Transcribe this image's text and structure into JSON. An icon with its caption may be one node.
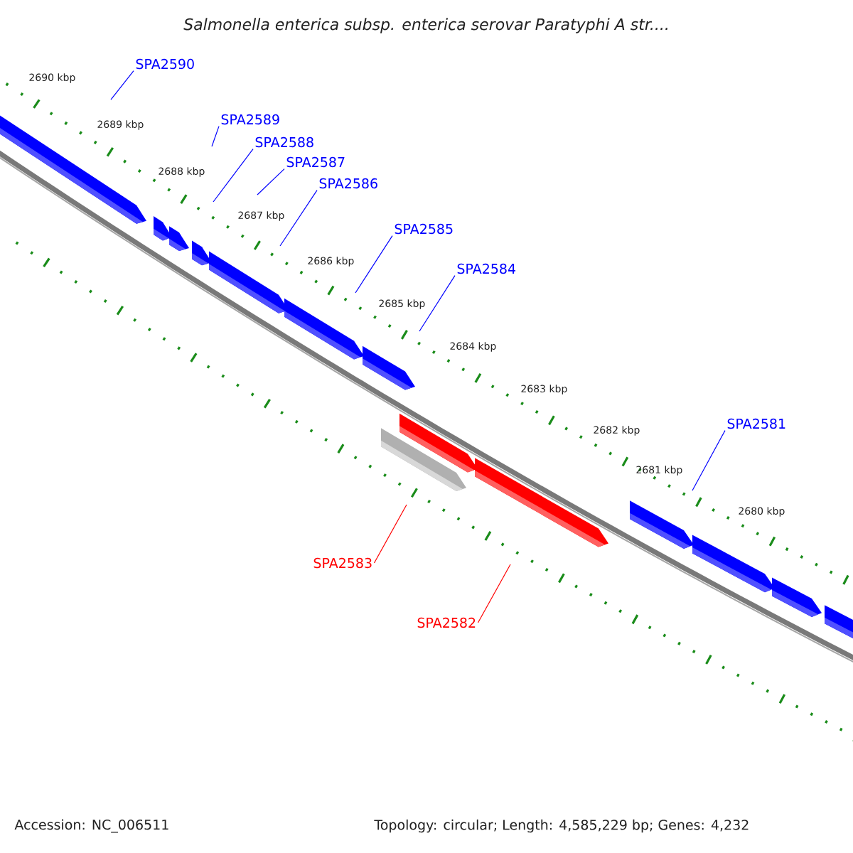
{
  "diagram": {
    "title": "Salmonella enterica subsp. enterica serovar Paratyphi A str....",
    "nodes": [
      {
        "text": [
          "SPA2590"
        ]
      },
      {
        "text": [
          "SPA2589"
        ]
      },
      {
        "text": [
          "SPA2588"
        ]
      },
      {
        "text": [
          "SPA2587"
        ]
      },
      {
        "text": [
          "SPA2586"
        ]
      },
      {
        "text": [
          "SPA2585"
        ]
      },
      {
        "text": [
          "SPA2584"
        ]
      },
      {
        "text": [
          "SPA2581"
        ]
      },
      {
        "text": [
          "SPA2583"
        ]
      },
      {
        "text": [
          "SPA2582"
        ]
      }
    ],
    "edges": [
      {
        "from": 0,
        "to": null,
        "arrow": "none"
      },
      {
        "from": 1,
        "to": null,
        "arrow": "none"
      },
      {
        "from": 2,
        "to": null,
        "arrow": "none"
      },
      {
        "from": 3,
        "to": null,
        "arrow": "none"
      },
      {
        "from": 4,
        "to": null,
        "arrow": "none"
      },
      {
        "from": 5,
        "to": null,
        "arrow": "none"
      },
      {
        "from": 6,
        "to": null,
        "arrow": "none"
      },
      {
        "from": 7,
        "to": null,
        "arrow": "none"
      },
      {
        "from": 8,
        "to": null,
        "arrow": "none",
        "color": "#ff0000"
      },
      {
        "from": 9,
        "to": null,
        "arrow": "none",
        "color": "#ff0000"
      }
    ],
    "labels": [
      "2690 kbp",
      "2689 kbp",
      "2688 kbp",
      "2687 kbp",
      "2686 kbp",
      "2685 kbp",
      "2684 kbp",
      "2683 kbp",
      "2682 kbp",
      "2681 kbp",
      "2680 kbp",
      "Accession: NC_006511",
      "Topology: circular; Length: 4,585,229 bp; Genes: 4,232"
    ]
  }
}
